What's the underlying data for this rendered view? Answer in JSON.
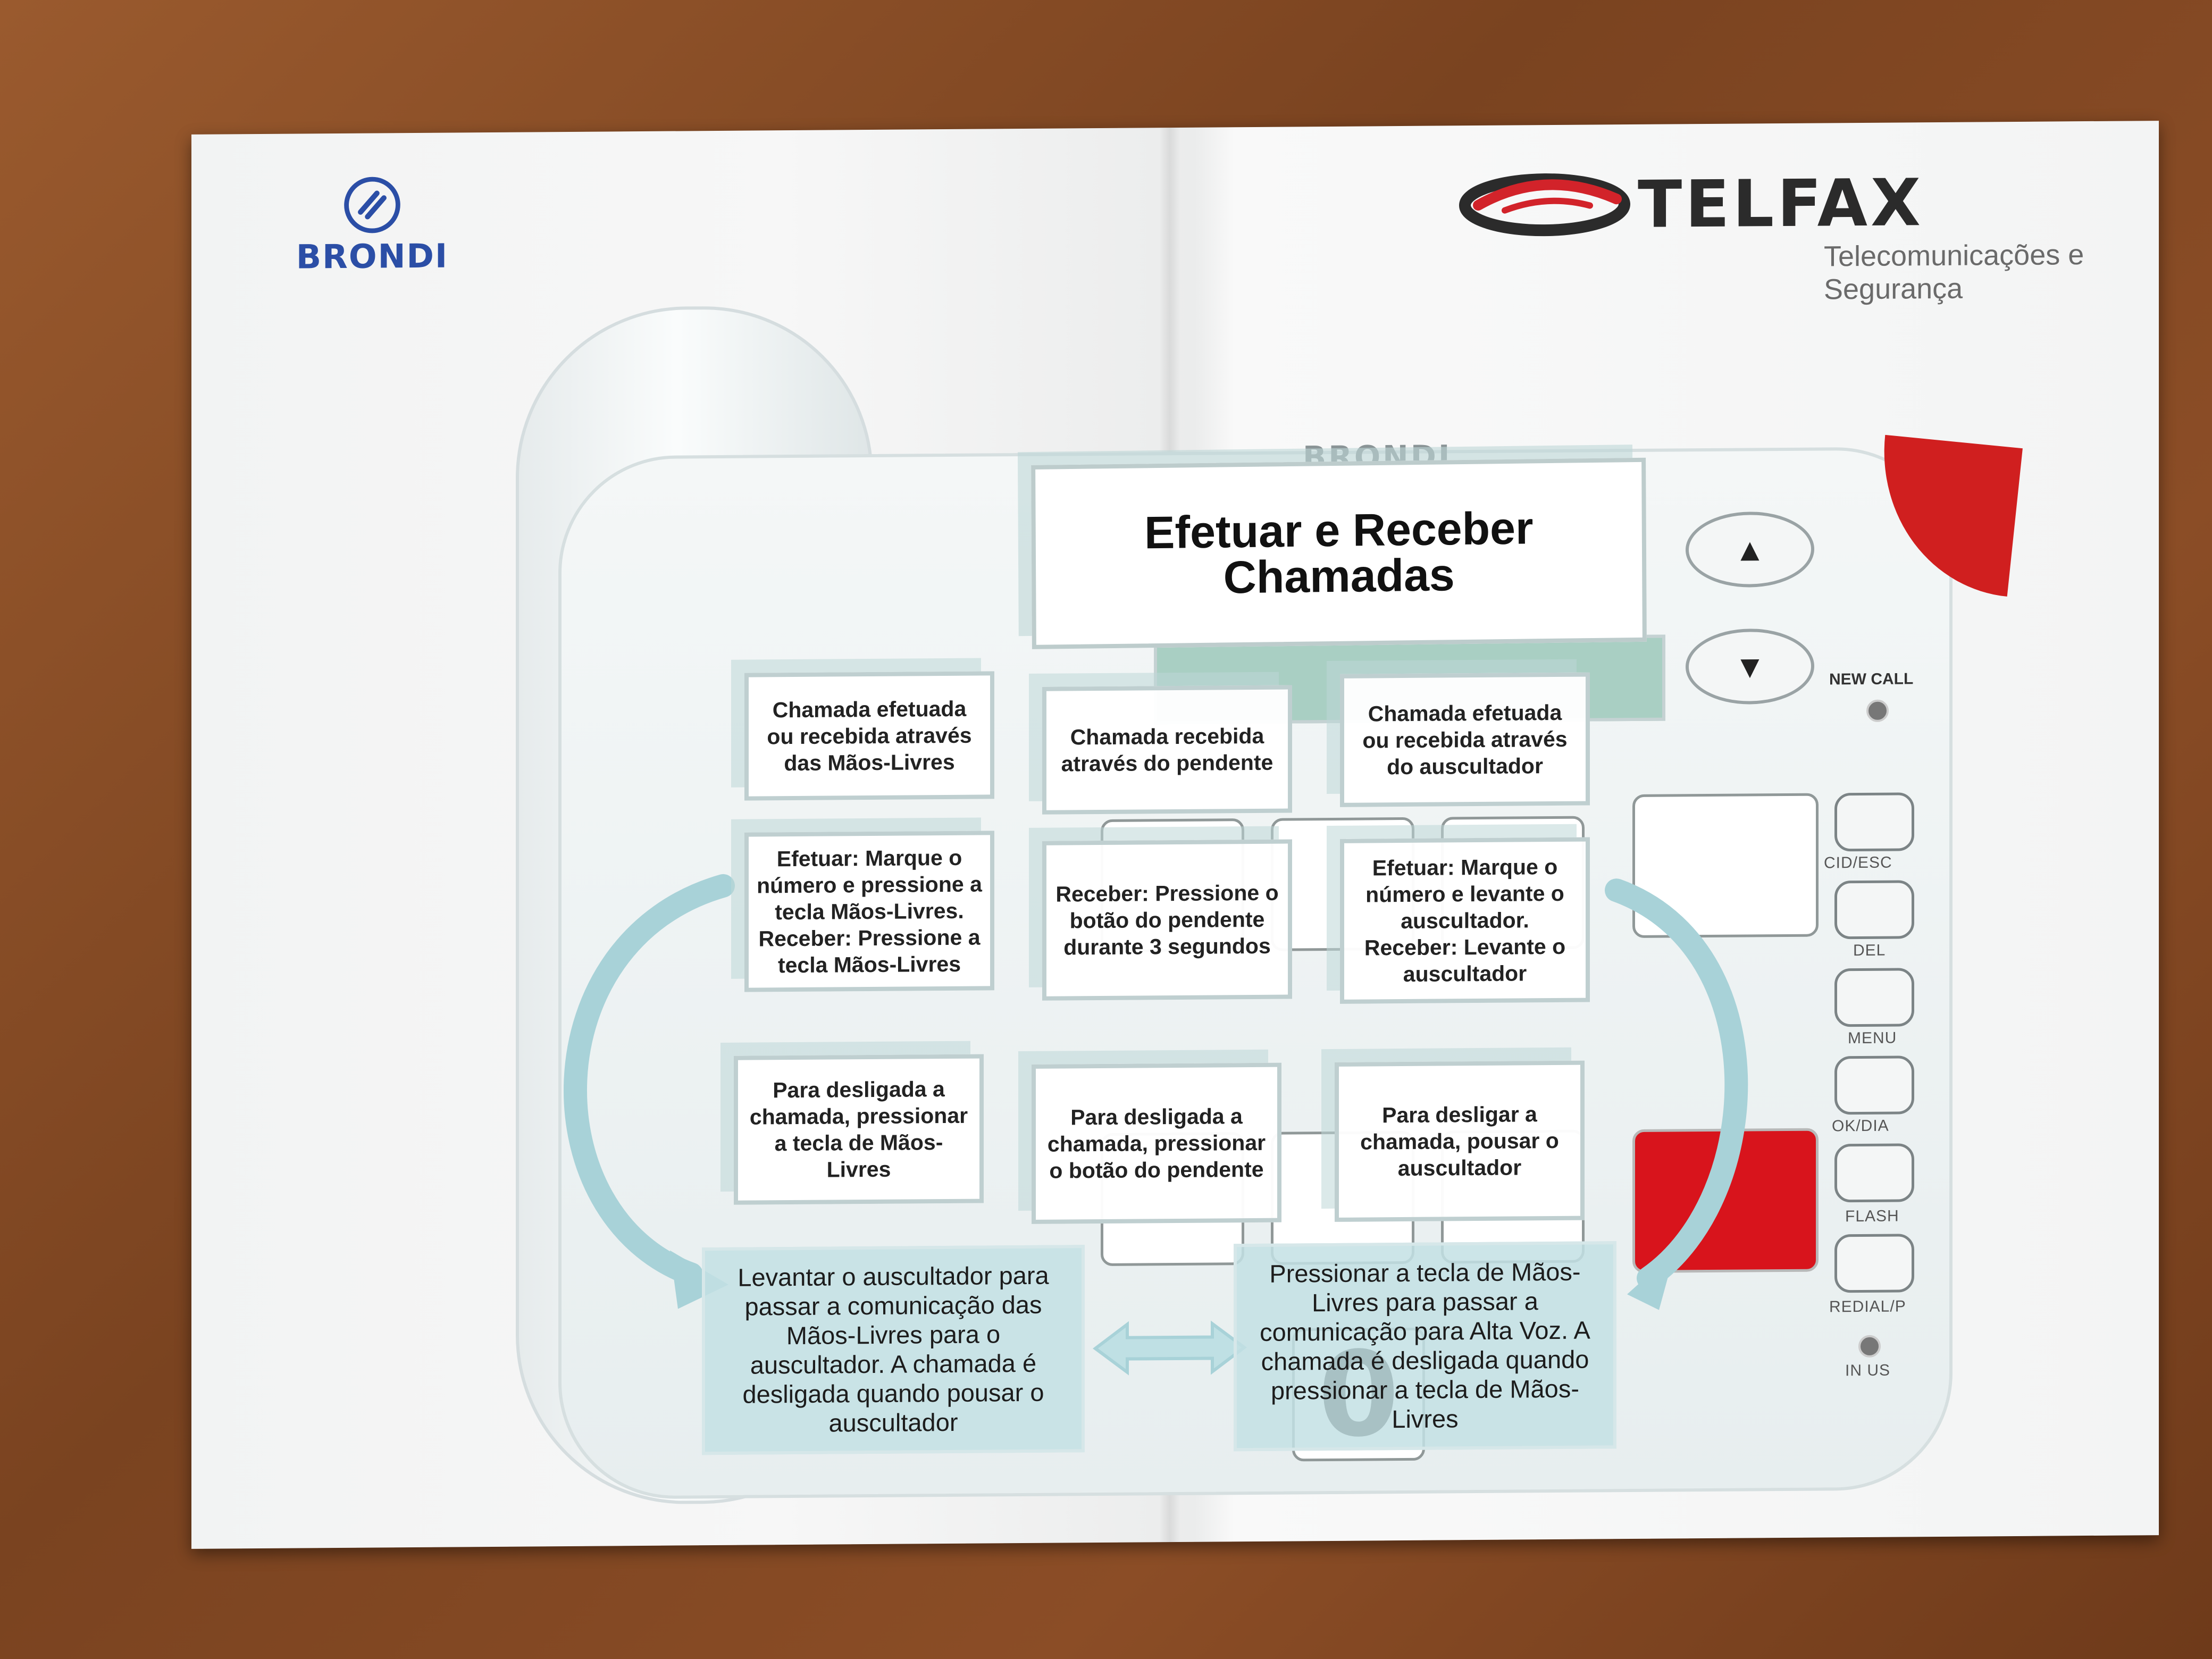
{
  "brondi_logo": {
    "text": "BRONDI",
    "color": "#2b4ea6"
  },
  "telfax_logo": {
    "name": "TELFAX",
    "tagline": "Telecomunicações e Segurança",
    "ring_color": "#d2232a"
  },
  "phone": {
    "top_label": "BRONDI",
    "new_call_label": "NEW CALL",
    "nav_up_icon": "up-triangle-icon",
    "nav_down_icon": "down-triangle-icon",
    "side_keys": [
      "CID/ESC",
      "DEL",
      "MENU",
      "OK/DIA",
      "FLASH",
      "REDIAL/P"
    ],
    "in_use_label": "IN US",
    "zero_key": "0",
    "accent_red": "#d01f1f"
  },
  "title": {
    "line1": "Efetuar e Receber",
    "line2": "Chamadas"
  },
  "columns": [
    {
      "header": "Chamada efetuada ou recebida através das Mãos-Livres",
      "instructions": "Efetuar: Marque o número e pressione a tecla Mãos-Livres. Receber: Pressione a tecla Mãos-Livres",
      "hangup": "Para desligada a chamada, pressionar a tecla de Mãos-Livres"
    },
    {
      "header": "Chamada recebida através do pendente",
      "instructions": "Receber: Pressione o botão do pendente durante 3 segundos",
      "hangup": "Para desligada a chamada, pressionar o botão do pendente"
    },
    {
      "header": "Chamada efetuada ou recebida através do auscultador",
      "instructions": "Efetuar: Marque o número e levante o auscultador. Receber: Levante o auscultador",
      "hangup": "Para desligar a chamada, pousar o auscultador"
    }
  ],
  "info_left": "Levantar o auscultador para passar a comunicação das Mãos-Livres para o auscultador. A chamada é desligada quando pousar o auscultador",
  "info_right": "Pressionar a tecla de Mãos-Livres para passar a comunicação para Alta Voz. A chamada é desligada quando pressionar a tecla de Mãos-Livres"
}
